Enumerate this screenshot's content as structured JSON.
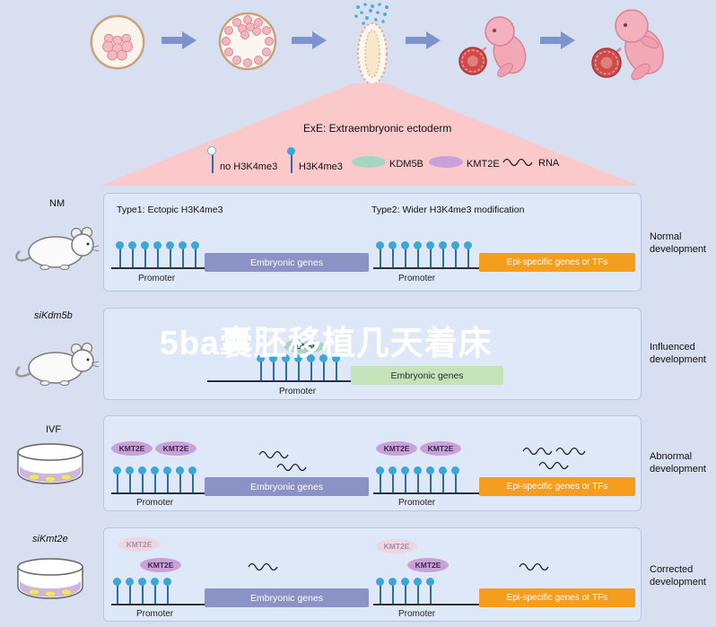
{
  "watermark": {
    "text": "5ba囊胚移植几天着床"
  },
  "legend": {
    "title": "ExE: Extraembryonic ectoderm",
    "items": [
      {
        "icon": "open-lollipop-icon",
        "label": "no H3K4me3"
      },
      {
        "icon": "filled-lollipop-icon",
        "label": "H3K4me3"
      },
      {
        "icon": "kdm5b-oval-icon",
        "label": "KDM5B"
      },
      {
        "icon": "kmt2e-oval-icon",
        "label": "KMT2E"
      },
      {
        "icon": "rna-wave-icon",
        "label": "RNA"
      }
    ]
  },
  "labels": {
    "promoter": "Promoter",
    "embryonic_genes": "Embryonic genes",
    "epi_genes": "Epi-specific genes or TFs",
    "kmt2e": "KMT2E",
    "kdm5b": "KDM5B"
  },
  "panels": [
    {
      "left_label": "NM",
      "right_label": "Normal development",
      "type1": "Type1: Ectopic H3K4me3",
      "type2": "Type2: Wider H3K4me3 modification"
    },
    {
      "left_label": "siKdm5b",
      "right_label": "Influenced development"
    },
    {
      "left_label": "IVF",
      "right_label": "Abnormal development"
    },
    {
      "left_label": "siKmt2e",
      "right_label": "Corrected development"
    }
  ],
  "colors": {
    "background": "#d7dff0",
    "panel_bg": "#dfe8f8",
    "triangle_pink": "#fbc9ca",
    "h3k4me3_blue": "#3aa7d9",
    "kdm5b_green": "#a6d6c3",
    "kmt2e_purple": "#c9a0d8",
    "embryonic_purple": "#8a92c6",
    "epi_orange": "#f59d1e",
    "embryonic_green": "#c5e3bb",
    "arrow_blue": "#7e92ce"
  }
}
